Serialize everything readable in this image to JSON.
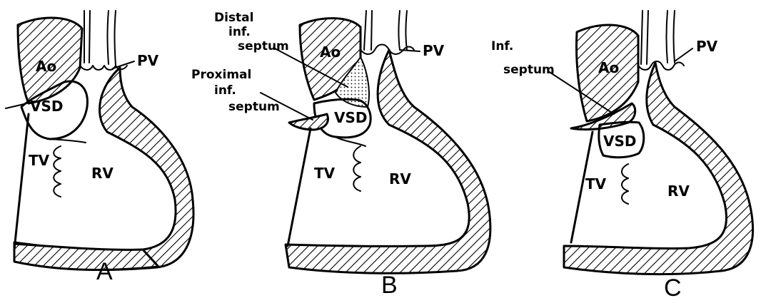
{
  "panels": [
    {
      "letter": "A",
      "labels": {
        "ao": "Ao",
        "pv": "PV",
        "vsd": "VSD",
        "tv": "TV",
        "rv": "RV"
      }
    },
    {
      "letter": "B",
      "labels": {
        "ao": "Ao",
        "pv": "PV",
        "vsd": "VSD",
        "tv": "TV",
        "rv": "RV"
      },
      "annotations": {
        "distal_line1": "Distal",
        "distal_line2": "inf.",
        "distal_line3": "septum",
        "proximal_line1": "Proximal",
        "proximal_line2": "inf.",
        "proximal_line3": "septum"
      }
    },
    {
      "letter": "C",
      "labels": {
        "ao": "Ao",
        "pv": "PV",
        "vsd": "VSD",
        "tv": "TV",
        "rv": "RV"
      },
      "annotations": {
        "inf_line1": "Inf.",
        "inf_line2": "septum"
      }
    }
  ]
}
